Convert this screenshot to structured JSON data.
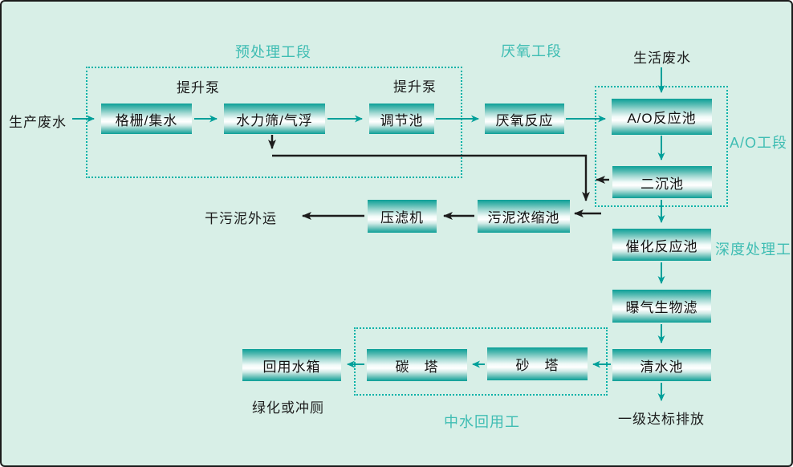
{
  "diagram": {
    "kind": "wastewater-treatment-process-flow"
  },
  "colors": {
    "background": "#d8efe7",
    "frame_border": "#1b1b1b",
    "accent_teal": "#00a09a",
    "dotted_outline": "#00b2a8",
    "section_label": "#3fbdb3",
    "black_line": "#1c1c1c",
    "box_gradient_top": "#0b9f97",
    "box_gradient_middle": "#ffffff",
    "box_gradient_bottom": "#0b9e96"
  },
  "sections": {
    "pretreatment": {
      "label": "预处理工段"
    },
    "anaerobic": {
      "label": "厌氧工段"
    },
    "ao": {
      "label": "A/O工段"
    },
    "advanced": {
      "label": "深度处理工"
    },
    "reuse": {
      "label": "中水回用工"
    }
  },
  "nodes": {
    "grating": {
      "label": "格栅/集水"
    },
    "hydro_screen": {
      "label": "水力筛/气浮"
    },
    "regulating_tank": {
      "label": "调节池"
    },
    "anaerobic_reactor": {
      "label": "厌氧反应"
    },
    "ao_reactor": {
      "label": "A/O反应池"
    },
    "secondary_clarifier": {
      "label": "二沉池"
    },
    "catalytic_reactor": {
      "label": "催化反应池"
    },
    "aerated_biofilter": {
      "label": "曝气生物滤"
    },
    "clear_water_tank": {
      "label": "清水池"
    },
    "sludge_thickener": {
      "label": "污泥浓缩池"
    },
    "filter_press": {
      "label": "压滤机"
    },
    "sand_tower": {
      "label": "砂　塔"
    },
    "carbon_tower": {
      "label": "碳　塔"
    },
    "reuse_water_tank": {
      "label": "回用水箱"
    }
  },
  "labels": {
    "production_wastewater": "生产废水",
    "lift_pump_1": "提升泵",
    "lift_pump_2": "提升泵",
    "domestic_wastewater": "生活废水",
    "dry_sludge_out": "干污泥外运",
    "grade1_discharge": "一级达标排放",
    "greening_or_flushing": "绿化或冲厕"
  }
}
